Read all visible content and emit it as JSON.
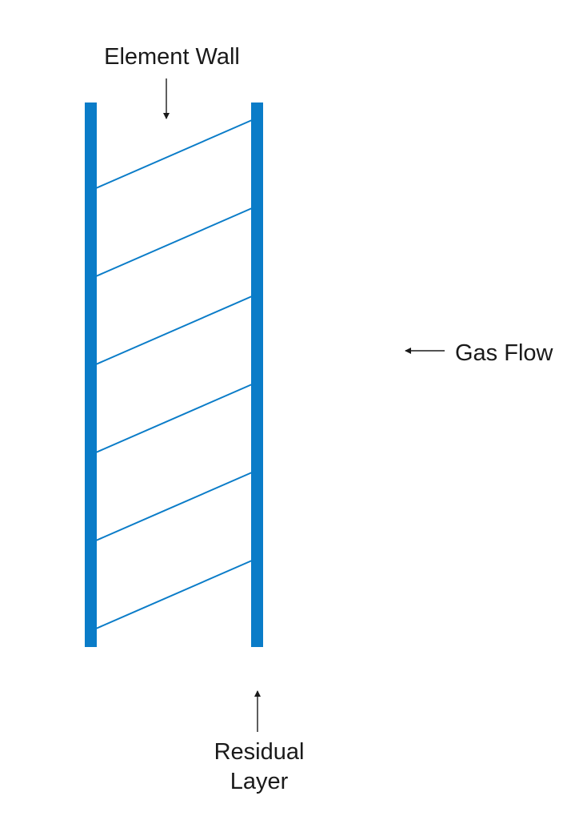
{
  "diagram": {
    "labels": {
      "element_wall": "Element Wall",
      "gas_flow": "Gas Flow",
      "residual_line1": "Residual",
      "residual_line2": "Layer"
    },
    "colors": {
      "wall": "#0a7cc8",
      "hatch": "#0a7cc8",
      "text": "#1a1a1a",
      "arrow": "#1a1a1a"
    }
  }
}
